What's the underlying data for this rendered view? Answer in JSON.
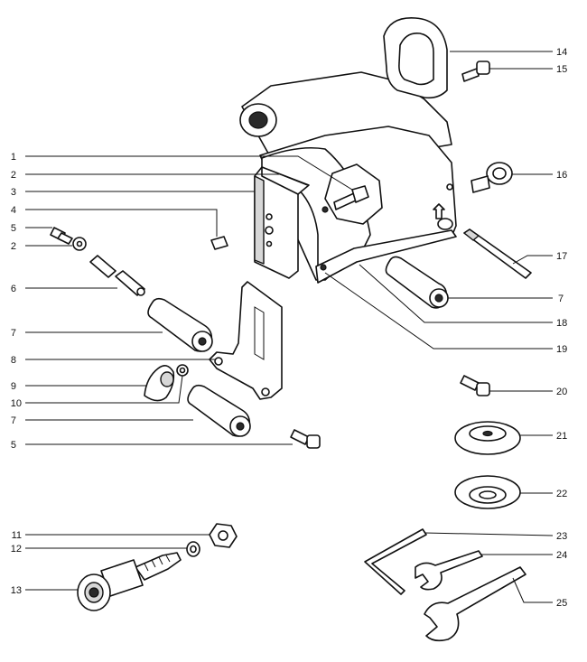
{
  "callouts": {
    "c1": "1",
    "c2": "2",
    "c3": "3",
    "c4": "4",
    "c5": "5",
    "c2b": "2",
    "c6": "6",
    "c7": "7",
    "c8": "8",
    "c9": "9",
    "c10": "10",
    "c7b": "7",
    "c5b": "5",
    "c11": "11",
    "c12": "12",
    "c13": "13",
    "c14": "14",
    "c15": "15",
    "c16": "16",
    "c17": "17",
    "c7c": "7",
    "c18": "18",
    "c19": "19",
    "c20": "20",
    "c21": "21",
    "c22": "22",
    "c23": "23",
    "c24": "24",
    "c25": "25"
  },
  "colors": {
    "line": "#111111",
    "paper": "#ffffff",
    "shade": "#d7d7d7"
  }
}
